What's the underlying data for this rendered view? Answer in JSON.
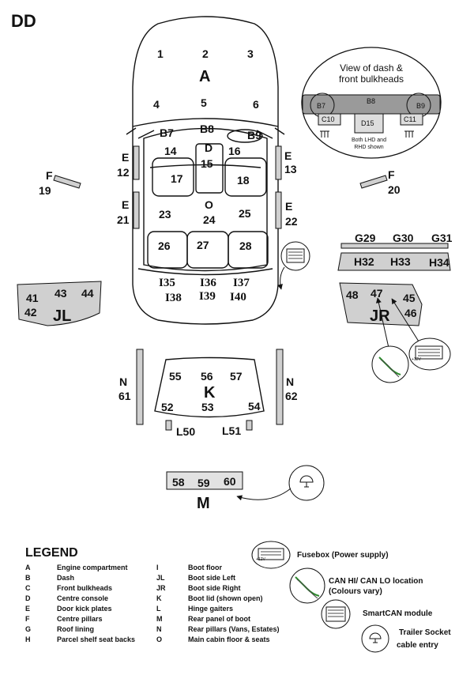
{
  "page_title": "DD",
  "car": {
    "area_a": {
      "letter": "A",
      "nums": [
        "1",
        "2",
        "3",
        "4",
        "5",
        "6"
      ]
    },
    "dash": [
      "B7",
      "B8",
      "B9"
    ],
    "console": {
      "letter": "D",
      "nums": [
        "14",
        "15",
        "16",
        "17",
        "18"
      ]
    },
    "floor": {
      "letter": "O",
      "nums": [
        "23",
        "24",
        "25"
      ]
    },
    "parcel": [
      "26",
      "27",
      "28"
    ],
    "boot": [
      "I35",
      "I36",
      "I37",
      "I38",
      "I39",
      "I40"
    ]
  },
  "kick_plates": [
    {
      "letter": "E",
      "num": "12"
    },
    {
      "letter": "E",
      "num": "13"
    },
    {
      "letter": "E",
      "num": "21"
    },
    {
      "letter": "E",
      "num": "22"
    }
  ],
  "centre_pillars": [
    {
      "letter": "F",
      "num": "19"
    },
    {
      "letter": "F",
      "num": "20"
    }
  ],
  "dash_view": {
    "title_line1": "View of dash &",
    "title_line2": "front bulkheads",
    "labels": [
      "B7",
      "B8",
      "B9",
      "C10",
      "D15",
      "C11"
    ],
    "note_line1": "Both LHD and",
    "note_line2": "RHD shown"
  },
  "roof": {
    "top": [
      "G29",
      "G30",
      "G31"
    ],
    "bottom": [
      "H32",
      "H33",
      "H34"
    ]
  },
  "boot_side_left": {
    "label": "JL",
    "nums": [
      "41",
      "43",
      "44",
      "42"
    ]
  },
  "boot_side_right": {
    "label": "JR",
    "nums": [
      "48",
      "47",
      "45",
      "46"
    ]
  },
  "boot_lid": {
    "letter": "K",
    "nums": [
      "55",
      "56",
      "57",
      "52",
      "53",
      "54"
    ]
  },
  "rear_pillars": [
    {
      "letter": "N",
      "num": "61"
    },
    {
      "letter": "N",
      "num": "62"
    }
  ],
  "hinges": [
    "L50",
    "L51"
  ],
  "rear_panel": {
    "letter": "M",
    "nums": [
      "58",
      "59",
      "60"
    ]
  },
  "plus12v": "+12V",
  "legend": {
    "title": "LEGEND",
    "col1": [
      {
        "key": "A",
        "desc": "Engine compartment"
      },
      {
        "key": "B",
        "desc": "Dash"
      },
      {
        "key": "C",
        "desc": "Front bulkheads"
      },
      {
        "key": "D",
        "desc": "Centre console"
      },
      {
        "key": "E",
        "desc": "Door kick plates"
      },
      {
        "key": "F",
        "desc": "Centre pillars"
      },
      {
        "key": "G",
        "desc": "Roof lining"
      },
      {
        "key": "H",
        "desc": "Parcel shelf seat backs"
      }
    ],
    "col2": [
      {
        "key": "I",
        "desc": "Boot floor"
      },
      {
        "key": "JL",
        "desc": "Boot side Left"
      },
      {
        "key": "JR",
        "desc": "Boot side Right"
      },
      {
        "key": "K",
        "desc": "Boot lid (shown open)"
      },
      {
        "key": "L",
        "desc": "Hinge gaiters"
      },
      {
        "key": "M",
        "desc": "Rear panel of boot"
      },
      {
        "key": "N",
        "desc": "Rear pillars (Vans, Estates)"
      },
      {
        "key": "O",
        "desc": "Main cabin floor & seats"
      }
    ],
    "icons": [
      {
        "label": "Fusebox (Power supply)"
      },
      {
        "label": "CAN HI/ CAN LO location"
      },
      {
        "label": "(Colours vary)"
      },
      {
        "label": "SmartCAN module"
      },
      {
        "label": "Trailer Socket"
      },
      {
        "label": "cable entry"
      }
    ]
  }
}
